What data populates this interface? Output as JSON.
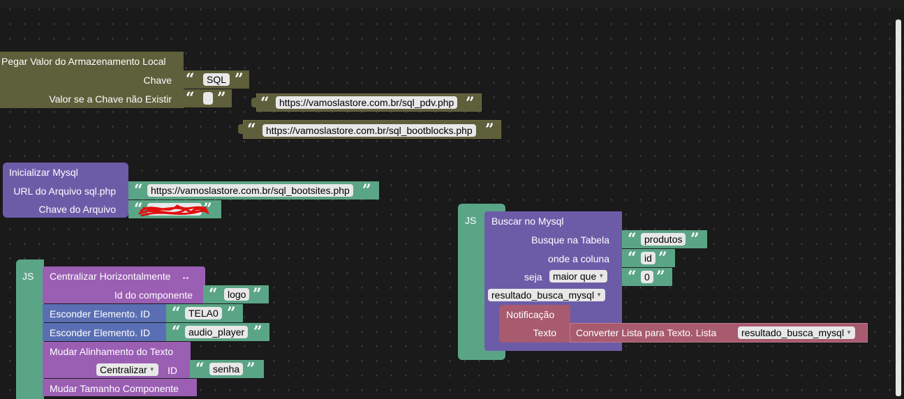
{
  "storage_block": {
    "title": "Pegar Valor do Armazenamento Local",
    "key_label": "Chave",
    "key_value": "SQL",
    "default_label": "Valor se a Chave não Existir",
    "default_value": ""
  },
  "loose_strings": [
    "https://vamoslastore.com.br/sql_pdv.php",
    "https://vamoslastore.com.br/sql_bootblocks.php"
  ],
  "mysql_init": {
    "title": "Inicializar Mysql",
    "url_label": "URL do Arquivo sql.php",
    "url_value": "https://vamoslastore.com.br/sql_bootsites.php",
    "key_label": "Chave do Arquivo"
  },
  "js_left": {
    "badge": "JS",
    "center": {
      "title": "Centralizar Horizontalmente",
      "icon": "↔",
      "id_label": "Id do componente",
      "id_value": "logo"
    },
    "hide1": {
      "label": "Esconder Elemento. ID",
      "value": "TELA0"
    },
    "hide2": {
      "label": "Esconder Elemento. ID",
      "value": "audio_player"
    },
    "align": {
      "title": "Mudar Alinhamento do Texto",
      "option": "Centralizar",
      "id_label": "ID",
      "id_value": "senha"
    },
    "resize": {
      "title": "Mudar Tamanho Componente"
    }
  },
  "js_right": {
    "badge": "JS",
    "search": {
      "title": "Buscar no Mysql",
      "table_label": "Busque na Tabela",
      "table_value": "produtos",
      "column_label": "onde a coluna",
      "column_value": "id",
      "is_label": "seja",
      "operator": "maior que",
      "compare_value": "0",
      "result_var": "resultado_busca_mysql"
    },
    "notify": {
      "title": "Notificação",
      "text_label": "Texto",
      "convert_label": "Converter Lista para Texto. Lista",
      "list_var": "resultado_busca_mysql"
    }
  },
  "colors": {
    "workspace": "#1a1a1a",
    "text_block": "#5e5f3b",
    "string_block": "#5ba587",
    "mysql_block": "#6c5ca8",
    "hide_block": "#5a6fb3",
    "ui_block": "#9a5eb3",
    "notify_block": "#a85a6e",
    "redaction": "#e01010"
  },
  "quote": {
    "open": "“",
    "close": "”"
  }
}
